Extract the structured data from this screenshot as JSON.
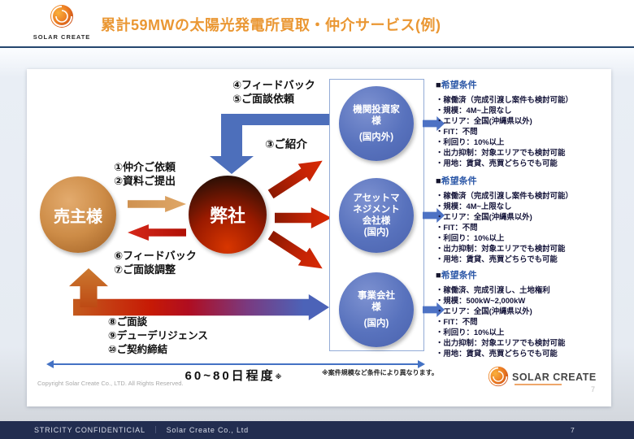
{
  "header": {
    "logo_name": "SOLAR CREATE",
    "title": "累計59MWの太陽光発電所買取・仲介サービス(例)"
  },
  "actors": {
    "seller": "売主様",
    "company": "弊社"
  },
  "flow": {
    "step1": "①仲介ご依頼",
    "step2": "②資料ご提出",
    "step3": "③ご紹介",
    "step4": "④フィードバック",
    "step5": "⑤ご面談依頼",
    "step6": "⑥フィードバック",
    "step7": "⑦ご面談調整",
    "step8": "⑧ご面談",
    "step9": "⑨デューデリジェンス",
    "step10": "⑩ご契約締結"
  },
  "buyers": [
    {
      "line1": "機関投資家",
      "line2": "様",
      "region": "(国内外)"
    },
    {
      "line1": "アセットマ",
      "line2": "ネジメント",
      "line3": "会社様",
      "region": "(国内)"
    },
    {
      "line1": "事業会社",
      "line2": "様",
      "region": "(国内)"
    }
  ],
  "conditions": [
    {
      "mark": "■",
      "heading": "希望条件",
      "items": [
        "・稼働済（完成引渡し案件も検討可能）",
        "・規模：4M~上限なし",
        "・エリア：全国(沖縄県以外)",
        "・FIT：不問",
        "・利回り：10%以上",
        "・出力抑制：対象エリアでも検討可能",
        "・用地：賃貸、売買どちらでも可能"
      ]
    },
    {
      "mark": "■",
      "heading": "希望条件",
      "items": [
        "・稼働済（完成引渡し案件も検討可能）",
        "・規模：4M~上限なし",
        "・エリア：全国(沖縄県以外)",
        "・FIT：不問",
        "・利回り：10%以上",
        "・出力抑制：対象エリアでも検討可能",
        "・用地：賃貸、売買どちらでも可能"
      ]
    },
    {
      "mark": "■",
      "heading": "希望条件",
      "items": [
        "・稼働済、完成引渡し、土地権利",
        "・規模：500kW~2,000kW",
        "・エリア：全国(沖縄県以外)",
        "・FIT：不問",
        "・利回り：10%以上",
        "・出力抑制：対象エリアでも検討可能",
        "・用地：賃貸、売買どちらでも可能"
      ]
    }
  ],
  "timeline": {
    "duration": "60~80日程度",
    "duration_mark": "※",
    "note": "※案件規模など条件により異なります。"
  },
  "slide_footer": {
    "copyright": "Copyright Solar Create Co., LTD. All Rights Reserved.",
    "logo_name": "SOLAR CREATE",
    "page_faint": "7"
  },
  "bottom_bar": {
    "confidential": "STRICITY CONFIDENTICIAL",
    "separator": "｜",
    "company": "Solar Create Co., Ltd",
    "page": "7"
  },
  "colors": {
    "accent_orange": "#EA9733",
    "navy_bar": "#222D50",
    "flow_blue": "#4D6FBB",
    "buyer_blue": "#5872BD",
    "red": "#C42304"
  }
}
